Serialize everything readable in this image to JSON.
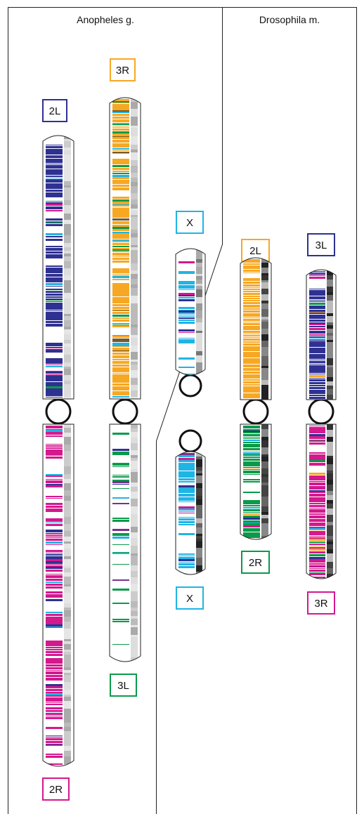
{
  "headers": {
    "left": "Anopheles g.",
    "right": "Drosophila m."
  },
  "colors": {
    "blue": "#2e3192",
    "magenta": "#d4188e",
    "orange": "#f7a823",
    "cyan": "#20b4e4",
    "green": "#0a9a4a",
    "brown": "#7a5a2a",
    "purple": "#7a3090"
  },
  "arm_labels": {
    "ag_2L": "2L",
    "ag_2R": "2R",
    "ag_3R": "3R",
    "ag_3L": "3L",
    "ag_X": "X",
    "dm_X": "X",
    "dm_2L": "2L",
    "dm_2R": "2R",
    "dm_3L": "3L",
    "dm_3R": "3R"
  },
  "arm_palettes": {
    "ag_2L": [
      "blue",
      "green",
      "cyan",
      "magenta"
    ],
    "ag_2R": [
      "magenta",
      "cyan",
      "blue"
    ],
    "ag_3R": [
      "orange",
      "green",
      "brown",
      "cyan"
    ],
    "ag_3L": [
      "green",
      "blue",
      "cyan",
      "purple"
    ],
    "ag_X": [
      "cyan",
      "blue",
      "magenta"
    ],
    "dm_X": [
      "cyan",
      "blue",
      "magenta",
      "purple"
    ],
    "dm_2L": [
      "orange"
    ],
    "dm_2R": [
      "green",
      "blue",
      "orange",
      "magenta",
      "cyan"
    ],
    "dm_3L": [
      "blue",
      "green",
      "magenta",
      "cyan",
      "orange"
    ],
    "dm_3R": [
      "magenta",
      "orange",
      "cyan",
      "blue",
      "green"
    ]
  }
}
